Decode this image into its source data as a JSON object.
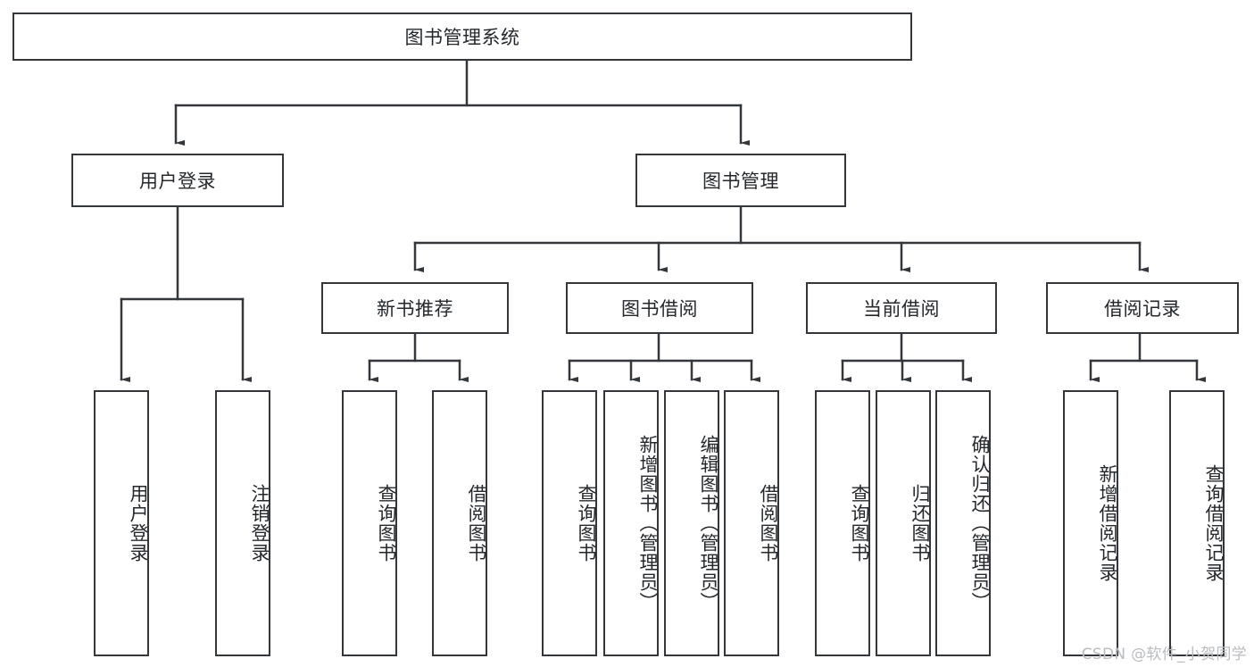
{
  "diagram": {
    "type": "tree",
    "title": "图书管理系统",
    "root": {
      "label": "图书管理系统"
    },
    "level1": [
      {
        "label": "用户登录"
      },
      {
        "label": "图书管理"
      }
    ],
    "level2": [
      {
        "label": "新书推荐"
      },
      {
        "label": "图书借阅"
      },
      {
        "label": "当前借阅"
      },
      {
        "label": "借阅记录"
      }
    ],
    "leaves": {
      "user_login": [
        {
          "label": "用户登录"
        },
        {
          "label": "注销登录"
        }
      ],
      "new_book_recommend": [
        {
          "label": "查询图书"
        },
        {
          "label": "借阅图书"
        }
      ],
      "book_borrow": [
        {
          "label": "查询图书"
        },
        {
          "label": "新增图书（管理员）"
        },
        {
          "label": "编辑图书（管理员）"
        },
        {
          "label": "借阅图书"
        }
      ],
      "current_borrow": [
        {
          "label": "查询图书"
        },
        {
          "label": "归还图书"
        },
        {
          "label": "确认归还（管理员）"
        }
      ],
      "borrow_record": [
        {
          "label": "新增借阅记录"
        },
        {
          "label": "查询借阅记录"
        }
      ]
    }
  },
  "watermark": {
    "text": "CSDN @软件_小贺同学"
  },
  "colors": {
    "stroke": "#33373b",
    "text": "#24282c",
    "background": "#ffffff",
    "watermark": "#b9bcc0"
  }
}
